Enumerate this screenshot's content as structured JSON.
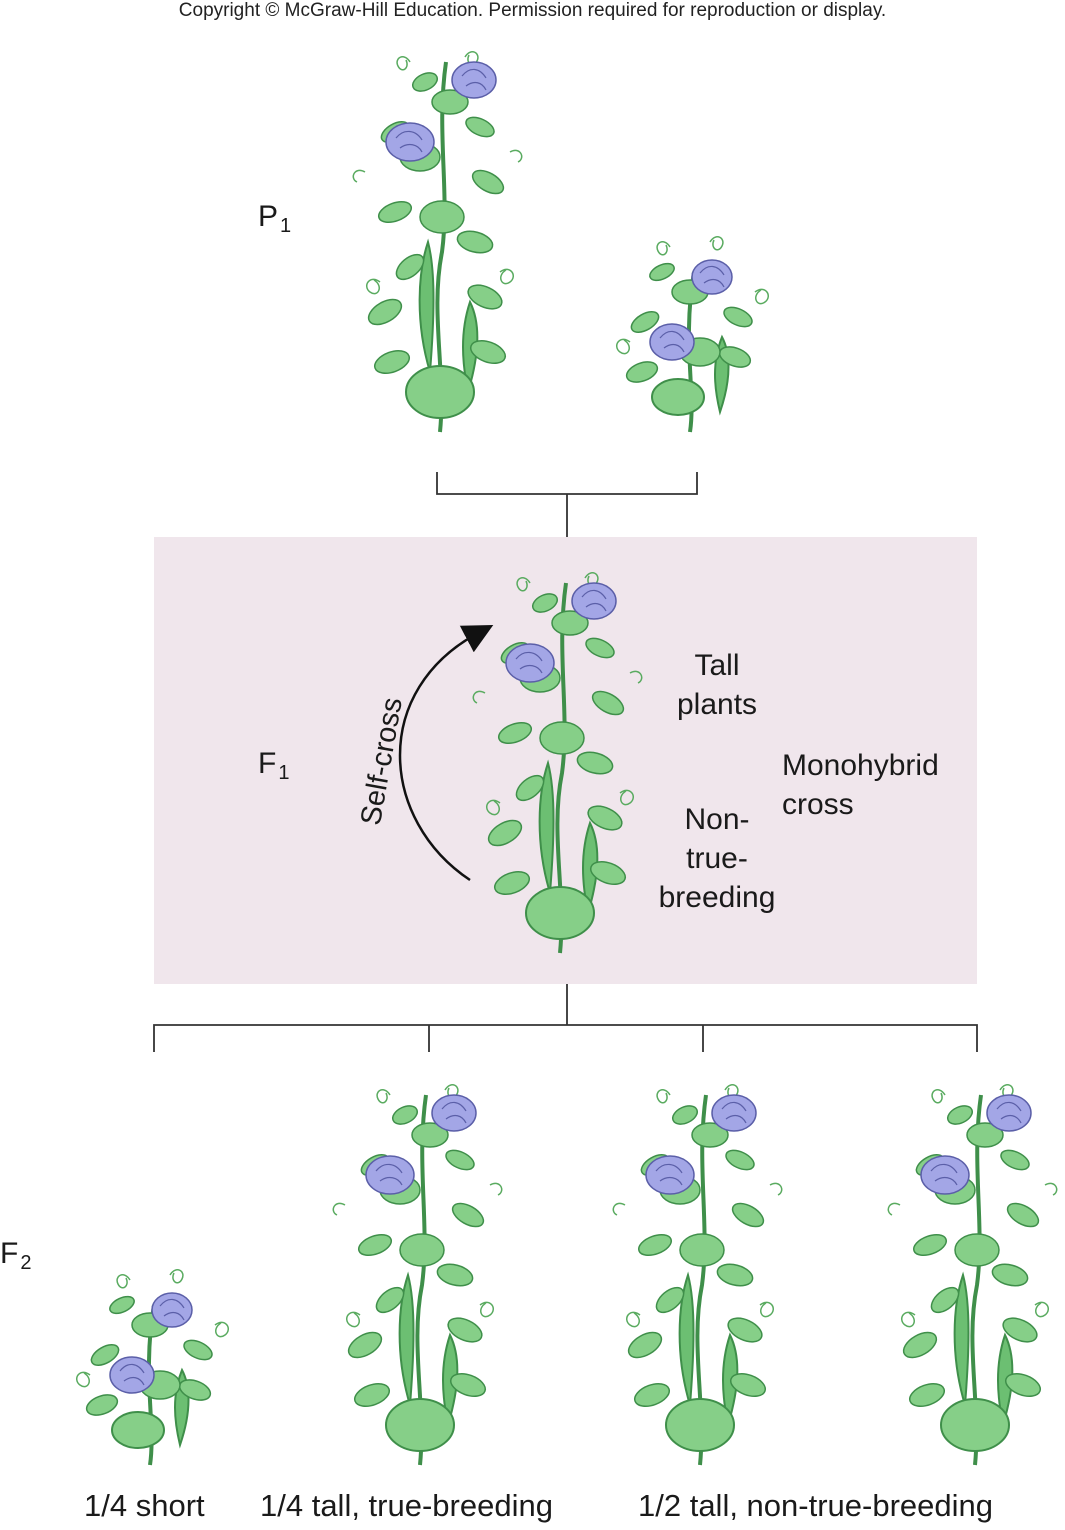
{
  "copyright": "Copyright © McGraw-Hill Education. Permission required for reproduction or display.",
  "generations": {
    "p1": {
      "letter": "P",
      "sub": "1"
    },
    "f1": {
      "letter": "F",
      "sub": "1"
    },
    "f2": {
      "letter": "F",
      "sub": "2"
    }
  },
  "f1_box": {
    "self_cross": "Self-cross",
    "tall_plants": [
      "Tall",
      "plants"
    ],
    "non_true_breeding": [
      "Non-",
      "true-",
      "breeding"
    ],
    "monohybrid_cross": [
      "Monohybrid",
      "cross"
    ],
    "fill_color": "#f0e6ec"
  },
  "f2_captions": [
    "1/4 short",
    "1/4 tall, true-breeding",
    "1/2 tall, non-true-breeding"
  ],
  "colors": {
    "leaf": "#7cc77f",
    "leaf_dark": "#3f8f4a",
    "flower": "#9a9de0",
    "flower_dark": "#5b5fa8",
    "line": "#333333"
  }
}
